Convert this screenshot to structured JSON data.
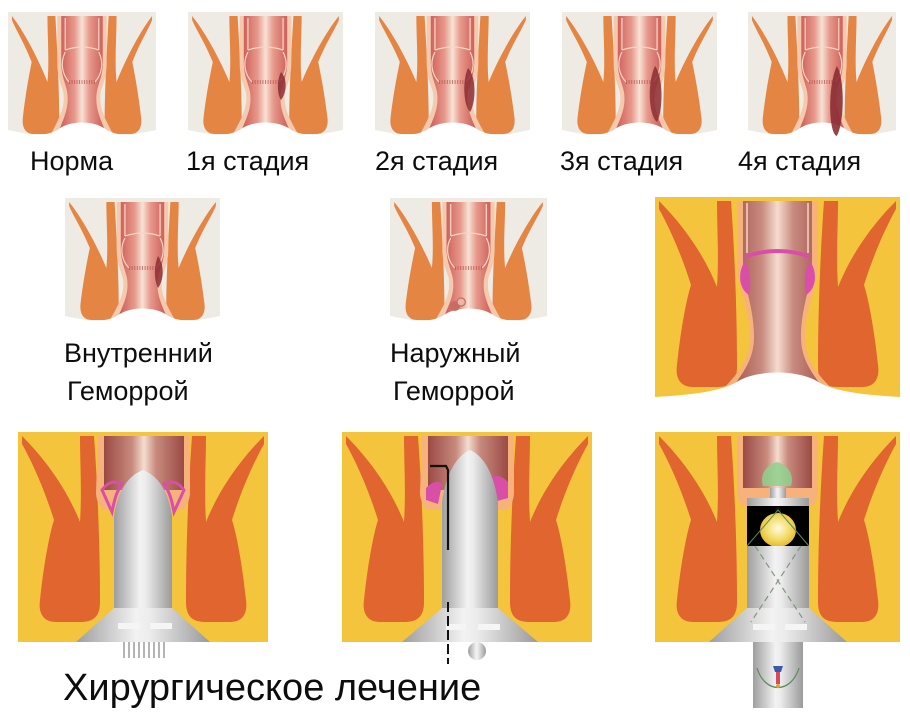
{
  "colors": {
    "background": "#ffffff",
    "panel_bg_beige": "#eeebe4",
    "panel_bg_yellow": "#f4c43c",
    "muscle_orange": "#e58544",
    "muscle_orange_dark": "#e0652f",
    "canal_pink": "#d98a80",
    "canal_red": "#c84a45",
    "hemorrhoid_dark": "#8b2e35",
    "pink_ring": "#d94fa8",
    "instrument_gray": "#bdbdbd",
    "text": "#0d0d0d"
  },
  "stages": [
    {
      "label": "Норма",
      "hemorrhoid": "none"
    },
    {
      "label": "1я стадия",
      "hemorrhoid": "small"
    },
    {
      "label": "2я стадия",
      "hemorrhoid": "medium"
    },
    {
      "label": "3я стадия",
      "hemorrhoid": "large"
    },
    {
      "label": "4я стадия",
      "hemorrhoid": "prolapsed"
    }
  ],
  "types": [
    {
      "line1": "Внутренний",
      "line2": "Геморрой"
    },
    {
      "line1": "Наружный",
      "line2": "Геморрой"
    }
  ],
  "surgery": {
    "caption": "Хирургическое лечение",
    "panels": [
      "anatomy-with-pink-ring",
      "stapler-device",
      "ligation-device",
      "doppler-device"
    ]
  }
}
